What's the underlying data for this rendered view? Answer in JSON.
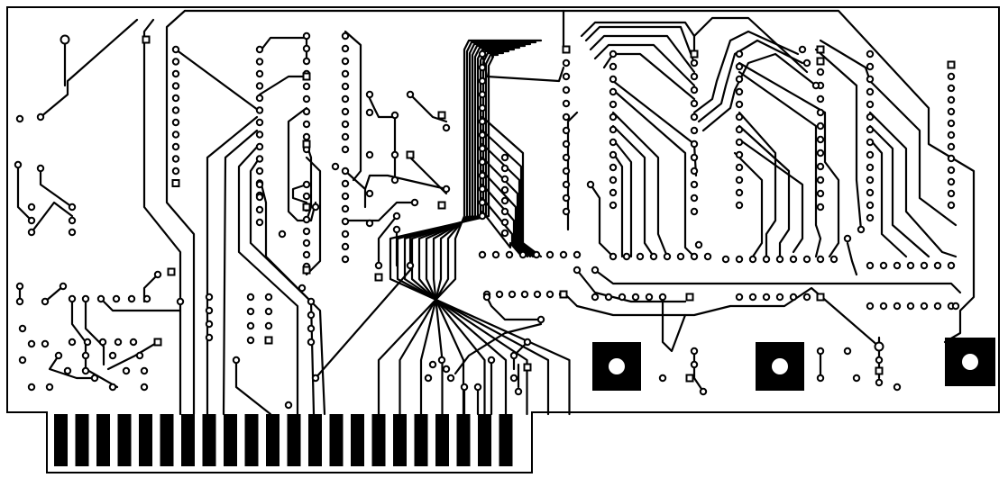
{
  "board": {
    "type": "expansion-card-pcb-layout",
    "colors": {
      "copper": "#000000",
      "substrate": "#ffffff"
    },
    "edge_connector": {
      "finger_count": 22
    },
    "mounting_pads": 3,
    "ic_footprints": 8
  }
}
